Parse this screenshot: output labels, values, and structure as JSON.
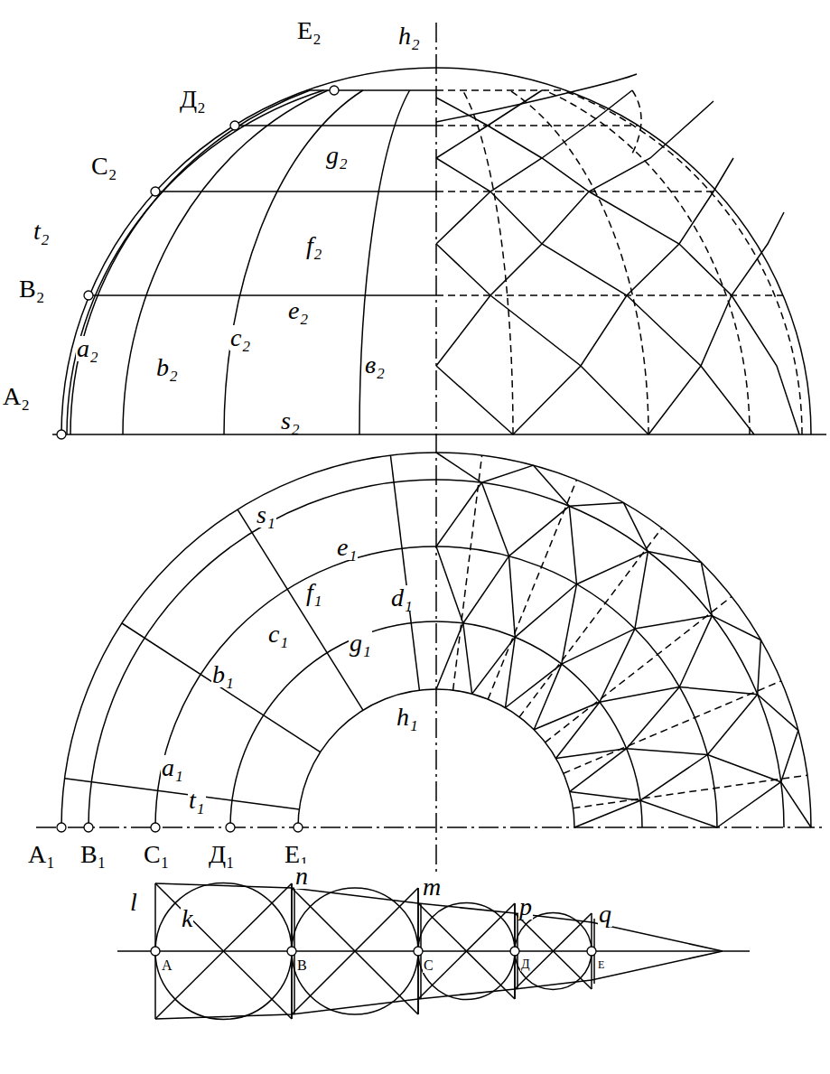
{
  "diagram": {
    "labels": [
      "h₂",
      "E₂",
      "Д₂",
      "C₂",
      "t₂",
      "B₂",
      "A₂",
      "a₂",
      "b₂",
      "c₂",
      "e₂",
      "f₂",
      "g₂",
      "в₂",
      "s₂",
      "s₁",
      "e₁",
      "f₁",
      "d₁",
      "c₁",
      "g₁",
      "b₁",
      "h₁",
      "a₁",
      "t₁",
      "A₁",
      "B₁",
      "C₁",
      "Д₁",
      "E₁",
      "l",
      "k",
      "n",
      "m",
      "p",
      "q",
      "A",
      "B",
      "C",
      "Д",
      "E"
    ]
  }
}
